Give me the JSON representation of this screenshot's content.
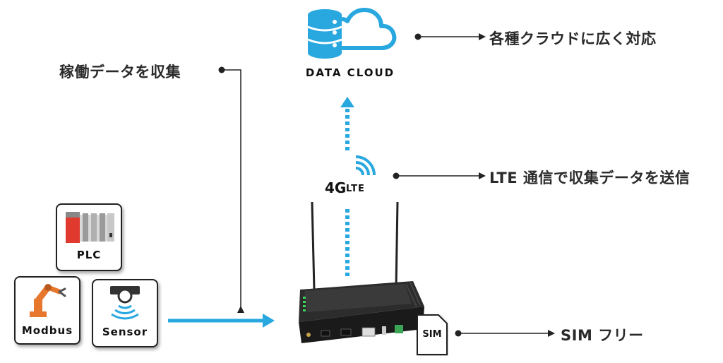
{
  "cloud": {
    "label": "DATA CLOUD",
    "icon": "cloud-database-icon"
  },
  "annotations": {
    "cloud_note": "各種クラウドに広く対応",
    "collect_note": "稼働データを収集",
    "lte_note": "LTE 通信で収集データを送信",
    "sim_note": "SIM フリー"
  },
  "lte_badge": {
    "main": "4G",
    "sub": "LTE"
  },
  "devices": {
    "plc": "PLC",
    "modbus": "Modbus",
    "sensor": "Sensor"
  },
  "sim_card": {
    "label": "SIM"
  },
  "colors": {
    "accent_blue": "#29a8e0",
    "line": "#222222",
    "robot_orange": "#e8772e",
    "plc_red": "#e03a2f"
  }
}
